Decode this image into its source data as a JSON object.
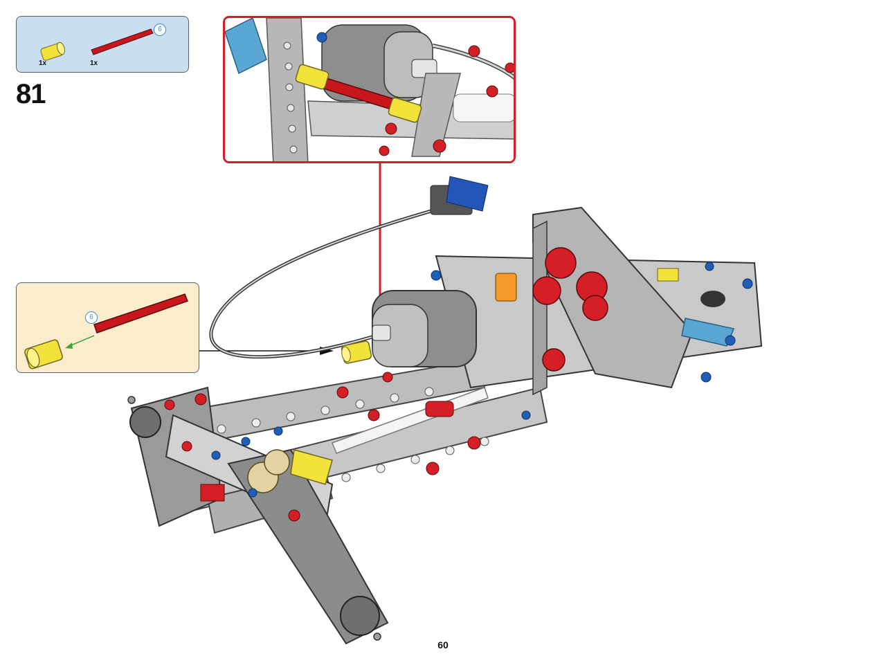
{
  "parts_list": {
    "items": [
      {
        "name": "axle-connector",
        "color": "#f3e23a",
        "quantity": "1x"
      },
      {
        "name": "axle",
        "color": "#c8161d",
        "quantity": "1x",
        "length": "6"
      }
    ]
  },
  "step": {
    "number": "81"
  },
  "assembly_detail": {
    "axle_length": "6"
  },
  "page": {
    "number": "60"
  },
  "colors": {
    "callout_border": "#d0202a",
    "parts_box_bg": "#c9def0",
    "detail_box_bg": "#fbeccd",
    "arrow_green": "#3aa63a",
    "beam_grey": "#a8a8a8",
    "technic_red": "#c8161d",
    "technic_yellow": "#f3e23a",
    "technic_blue": "#1f5fb8"
  }
}
